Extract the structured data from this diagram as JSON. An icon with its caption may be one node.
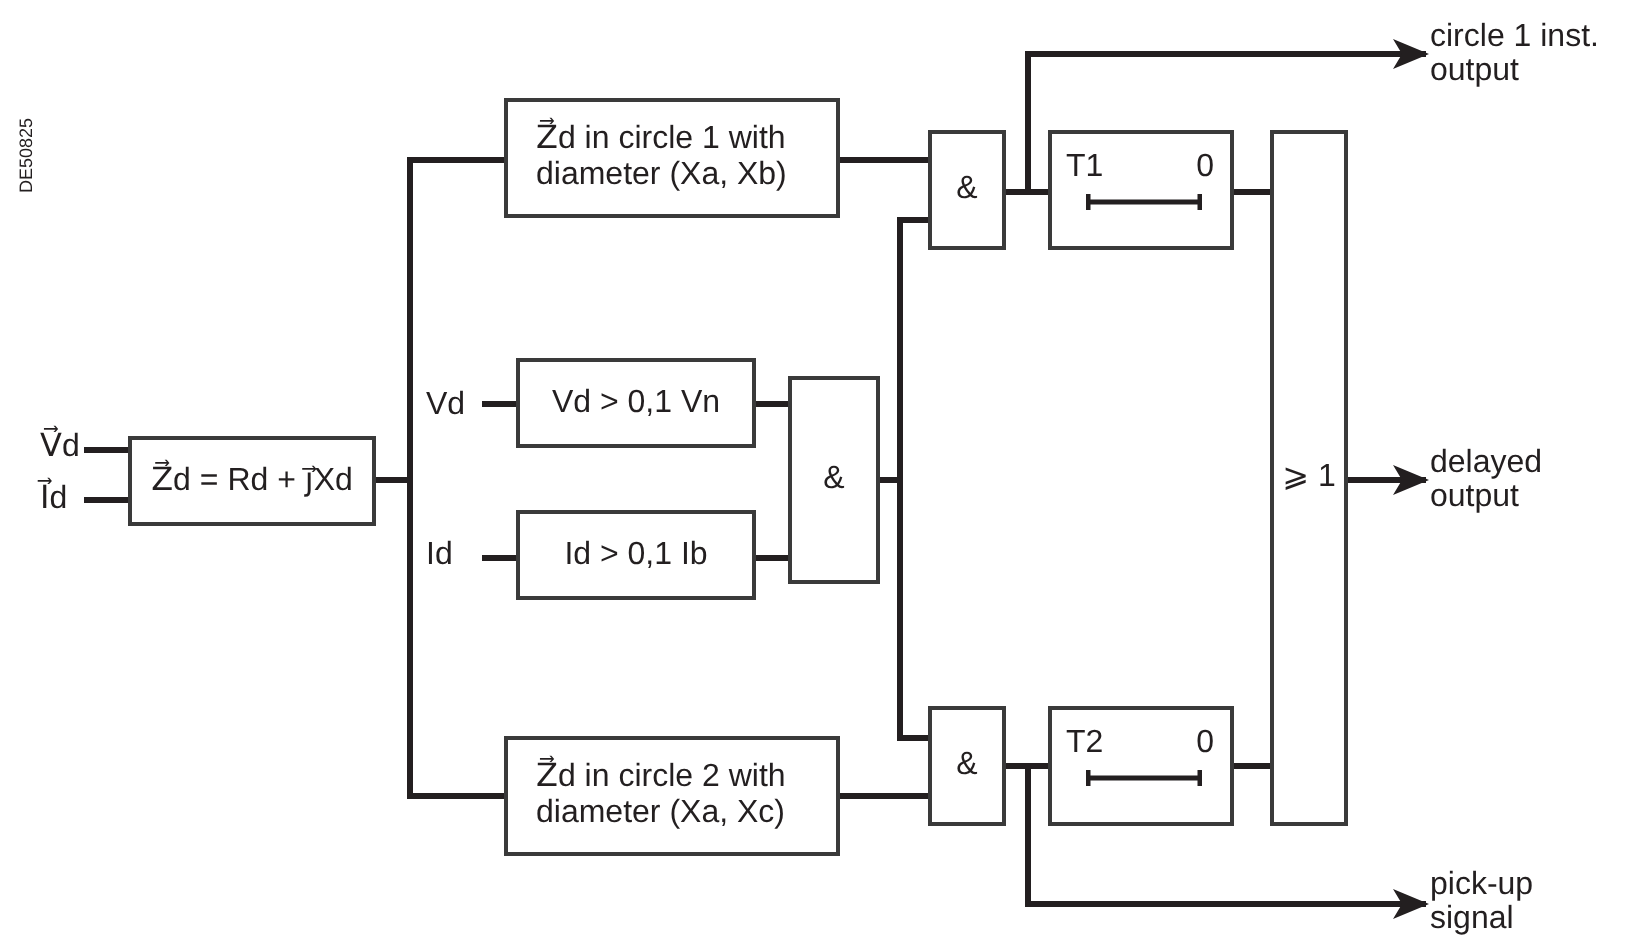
{
  "diagram": {
    "nodes": [
      {
        "text": [
          "V⃗d"
        ]
      },
      {
        "text": [
          "I⃗d"
        ]
      },
      {
        "text": [
          "Z⃗d = Rd + j⃗Xd"
        ]
      },
      {
        "text": [
          "Z⃗d in circle 1 with diameter (Xa, Xb)"
        ]
      },
      {
        "text": [
          "Vd"
        ]
      },
      {
        "text": [
          "Vd > 0,1 Vn"
        ]
      },
      {
        "text": [
          "Id"
        ]
      },
      {
        "text": [
          "Id > 0,1 Ib"
        ]
      },
      {
        "text": [
          "&"
        ]
      },
      {
        "text": [
          "Z⃗d in circle 2 with diameter (Xa, Xc)"
        ]
      },
      {
        "text": [
          "&"
        ]
      },
      {
        "text": [
          "&"
        ]
      },
      {
        "text": [
          "T1",
          "0"
        ]
      },
      {
        "text": [
          "T2",
          "0"
        ]
      },
      {
        "text": [
          "⩾ 1"
        ]
      },
      {
        "text": [
          "circle 1 inst. output"
        ]
      },
      {
        "text": [
          "delayed output"
        ]
      },
      {
        "text": [
          "pick-up signal"
        ]
      }
    ],
    "edges": [
      {
        "from": 0,
        "to": 2,
        "arrow": "none"
      },
      {
        "from": 1,
        "to": 2,
        "arrow": "none"
      },
      {
        "from": 2,
        "to": 3,
        "arrow": "none"
      },
      {
        "from": 2,
        "to": 9,
        "arrow": "none"
      },
      {
        "from": 4,
        "to": 5,
        "arrow": "none"
      },
      {
        "from": 6,
        "to": 7,
        "arrow": "none"
      },
      {
        "from": 5,
        "to": 8,
        "arrow": "none"
      },
      {
        "from": 7,
        "to": 8,
        "arrow": "none"
      },
      {
        "from": 8,
        "to": 10,
        "arrow": "none"
      },
      {
        "from": 8,
        "to": 11,
        "arrow": "none"
      },
      {
        "from": 3,
        "to": 10,
        "arrow": "none"
      },
      {
        "from": 9,
        "to": 11,
        "arrow": "none"
      },
      {
        "from": 10,
        "to": 12,
        "arrow": "none"
      },
      {
        "from": 11,
        "to": 13,
        "arrow": "none"
      },
      {
        "from": 10,
        "to": 15,
        "arrow": "to"
      },
      {
        "from": 11,
        "to": 17,
        "arrow": "to"
      },
      {
        "from": 12,
        "to": 14,
        "arrow": "none"
      },
      {
        "from": 13,
        "to": 14,
        "arrow": "none"
      },
      {
        "from": 14,
        "to": 16,
        "arrow": "to"
      }
    ],
    "labels": [
      "DE50825"
    ]
  }
}
